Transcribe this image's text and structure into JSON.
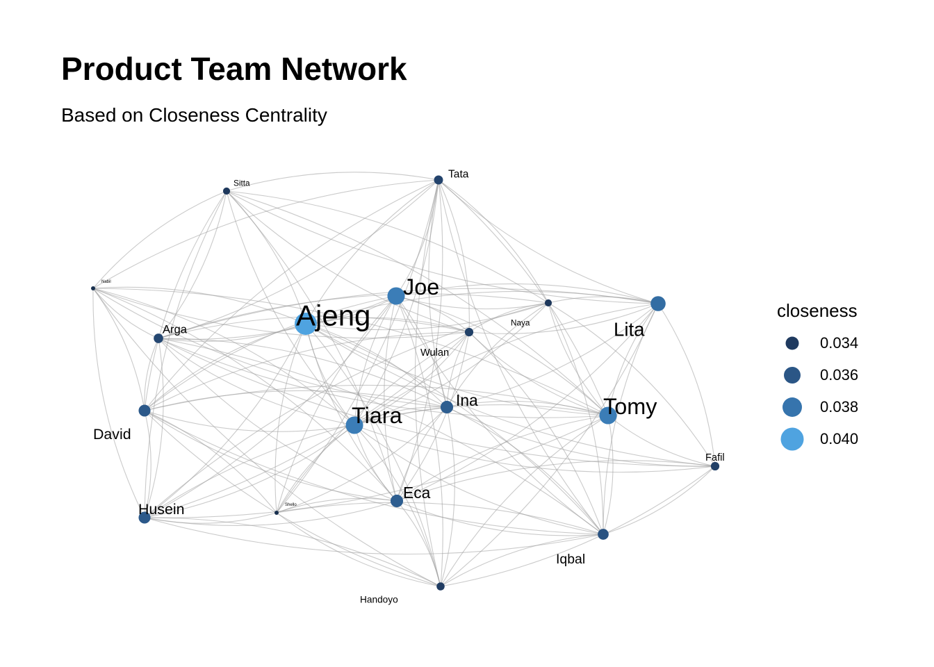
{
  "header": {
    "title": "Product Team Network",
    "subtitle": "Based on Closeness Centrality"
  },
  "legend": {
    "title": "closeness",
    "items": [
      {
        "label": "0.034",
        "color": "#1f3a5f"
      },
      {
        "label": "0.036",
        "color": "#2b5686"
      },
      {
        "label": "0.038",
        "color": "#3674ad"
      },
      {
        "label": "0.040",
        "color": "#4fa3e0"
      }
    ]
  },
  "nodes": [
    {
      "id": "Ajeng",
      "closeness": 0.0405
    },
    {
      "id": "Joe",
      "closeness": 0.0385
    },
    {
      "id": "Tiara",
      "closeness": 0.0385
    },
    {
      "id": "Tomy",
      "closeness": 0.0385
    },
    {
      "id": "Lita",
      "closeness": 0.0375
    },
    {
      "id": "Ina",
      "closeness": 0.0365
    },
    {
      "id": "Eca",
      "closeness": 0.0365
    },
    {
      "id": "David",
      "closeness": 0.0362
    },
    {
      "id": "Husein",
      "closeness": 0.0362
    },
    {
      "id": "Iqbal",
      "closeness": 0.0358
    },
    {
      "id": "Arga",
      "closeness": 0.0352
    },
    {
      "id": "Tata",
      "closeness": 0.035
    },
    {
      "id": "Wulan",
      "closeness": 0.0348
    },
    {
      "id": "Fafil",
      "closeness": 0.0348
    },
    {
      "id": "Handoyo",
      "closeness": 0.0346
    },
    {
      "id": "Sitta",
      "closeness": 0.0342
    },
    {
      "id": "Naya",
      "closeness": 0.0342
    },
    {
      "id": "Nabil",
      "closeness": 0.033
    },
    {
      "id": "Shello",
      "closeness": 0.033
    }
  ],
  "edges": [
    [
      "Sitta",
      "Tata"
    ],
    [
      "Sitta",
      "Nabil"
    ],
    [
      "Sitta",
      "Arga"
    ],
    [
      "Sitta",
      "David"
    ],
    [
      "Sitta",
      "Ajeng"
    ],
    [
      "Sitta",
      "Wulan"
    ],
    [
      "Sitta",
      "Naya"
    ],
    [
      "Sitta",
      "Tiara"
    ],
    [
      "Sitta",
      "Eca"
    ],
    [
      "Sitta",
      "Lita"
    ],
    [
      "Sitta",
      "Tomy"
    ],
    [
      "Sitta",
      "Husein"
    ],
    [
      "Tata",
      "Joe"
    ],
    [
      "Tata",
      "Ajeng"
    ],
    [
      "Tata",
      "Wulan"
    ],
    [
      "Tata",
      "Lita"
    ],
    [
      "Tata",
      "Tomy"
    ],
    [
      "Tata",
      "Iqbal"
    ],
    [
      "Tata",
      "Tiara"
    ],
    [
      "Tata",
      "Ina"
    ],
    [
      "Tata",
      "Arga"
    ],
    [
      "Tata",
      "David"
    ],
    [
      "Tata",
      "Shello"
    ],
    [
      "Tata",
      "Nabil"
    ],
    [
      "Tata",
      "Eca"
    ],
    [
      "Tata",
      "Handoyo"
    ],
    [
      "Tata",
      "Naya"
    ],
    [
      "Nabil",
      "Arga"
    ],
    [
      "Nabil",
      "David"
    ],
    [
      "Nabil",
      "Husein"
    ],
    [
      "Nabil",
      "Ajeng"
    ],
    [
      "Nabil",
      "Wulan"
    ],
    [
      "Nabil",
      "Tiara"
    ],
    [
      "Nabil",
      "Ina"
    ],
    [
      "Nabil",
      "Tomy"
    ],
    [
      "Nabil",
      "Handoyo"
    ],
    [
      "Nabil",
      "Eca"
    ],
    [
      "Ajeng",
      "Joe"
    ],
    [
      "Ajeng",
      "Arga"
    ],
    [
      "Ajeng",
      "David"
    ],
    [
      "Ajeng",
      "Husein"
    ],
    [
      "Ajeng",
      "Tiara"
    ],
    [
      "Ajeng",
      "Ina"
    ],
    [
      "Ajeng",
      "Eca"
    ],
    [
      "Ajeng",
      "Wulan"
    ],
    [
      "Ajeng",
      "Naya"
    ],
    [
      "Ajeng",
      "Lita"
    ],
    [
      "Ajeng",
      "Tomy"
    ],
    [
      "Ajeng",
      "Iqbal"
    ],
    [
      "Ajeng",
      "Shello"
    ],
    [
      "Ajeng",
      "Handoyo"
    ],
    [
      "Ajeng",
      "Fafil"
    ],
    [
      "Joe",
      "Wulan"
    ],
    [
      "Joe",
      "Naya"
    ],
    [
      "Joe",
      "Lita"
    ],
    [
      "Joe",
      "Tiara"
    ],
    [
      "Joe",
      "Ina"
    ],
    [
      "Joe",
      "Eca"
    ],
    [
      "Joe",
      "Tomy"
    ],
    [
      "Joe",
      "Iqbal"
    ],
    [
      "Joe",
      "Arga"
    ],
    [
      "Joe",
      "David"
    ],
    [
      "Joe",
      "Husein"
    ],
    [
      "Joe",
      "Shello"
    ],
    [
      "Joe",
      "Handoyo"
    ],
    [
      "Naya",
      "Wulan"
    ],
    [
      "Naya",
      "Lita"
    ],
    [
      "Naya",
      "Tomy"
    ],
    [
      "Naya",
      "Iqbal"
    ],
    [
      "Naya",
      "Ina"
    ],
    [
      "Naya",
      "Tiara"
    ],
    [
      "Naya",
      "Arga"
    ],
    [
      "Naya",
      "Fafil"
    ],
    [
      "Naya",
      "Husein"
    ],
    [
      "Lita",
      "Wulan"
    ],
    [
      "Lita",
      "Tomy"
    ],
    [
      "Lita",
      "Fafil"
    ],
    [
      "Lita",
      "Iqbal"
    ],
    [
      "Lita",
      "Ina"
    ],
    [
      "Lita",
      "Tiara"
    ],
    [
      "Lita",
      "Eca"
    ],
    [
      "Lita",
      "Arga"
    ],
    [
      "Lita",
      "Handoyo"
    ],
    [
      "Arga",
      "David"
    ],
    [
      "Arga",
      "Husein"
    ],
    [
      "Arga",
      "Tiara"
    ],
    [
      "Arga",
      "Ina"
    ],
    [
      "Arga",
      "Eca"
    ],
    [
      "Arga",
      "Wulan"
    ],
    [
      "Arga",
      "Tomy"
    ],
    [
      "Arga",
      "Iqbal"
    ],
    [
      "Arga",
      "Fafil"
    ],
    [
      "Wulan",
      "Tiara"
    ],
    [
      "Wulan",
      "Ina"
    ],
    [
      "Wulan",
      "Eca"
    ],
    [
      "Wulan",
      "Tomy"
    ],
    [
      "Wulan",
      "Iqbal"
    ],
    [
      "Wulan",
      "David"
    ],
    [
      "Wulan",
      "Husein"
    ],
    [
      "Wulan",
      "Shello"
    ],
    [
      "David",
      "Husein"
    ],
    [
      "David",
      "Tiara"
    ],
    [
      "David",
      "Ina"
    ],
    [
      "David",
      "Eca"
    ],
    [
      "David",
      "Tomy"
    ],
    [
      "David",
      "Iqbal"
    ],
    [
      "David",
      "Shello"
    ],
    [
      "David",
      "Handoyo"
    ],
    [
      "Tiara",
      "Ina"
    ],
    [
      "Tiara",
      "Eca"
    ],
    [
      "Tiara",
      "Tomy"
    ],
    [
      "Tiara",
      "Iqbal"
    ],
    [
      "Tiara",
      "Husein"
    ],
    [
      "Tiara",
      "Shello"
    ],
    [
      "Tiara",
      "Handoyo"
    ],
    [
      "Tiara",
      "Fafil"
    ],
    [
      "Ina",
      "Tomy"
    ],
    [
      "Ina",
      "Eca"
    ],
    [
      "Ina",
      "Iqbal"
    ],
    [
      "Ina",
      "Fafil"
    ],
    [
      "Ina",
      "Handoyo"
    ],
    [
      "Ina",
      "Husein"
    ],
    [
      "Ina",
      "Shello"
    ],
    [
      "Tomy",
      "Fafil"
    ],
    [
      "Tomy",
      "Iqbal"
    ],
    [
      "Tomy",
      "Eca"
    ],
    [
      "Tomy",
      "Husein"
    ],
    [
      "Tomy",
      "Handoyo"
    ],
    [
      "Eca",
      "Husein"
    ],
    [
      "Eca",
      "Shello"
    ],
    [
      "Eca",
      "Handoyo"
    ],
    [
      "Eca",
      "Iqbal"
    ],
    [
      "Eca",
      "Fafil"
    ],
    [
      "Husein",
      "Shello"
    ],
    [
      "Husein",
      "Handoyo"
    ],
    [
      "Husein",
      "Iqbal"
    ],
    [
      "Handoyo",
      "Iqbal"
    ],
    [
      "Handoyo",
      "Fafil"
    ],
    [
      "Handoyo",
      "Shello"
    ],
    [
      "Iqbal",
      "Fafil"
    ],
    [
      "Shello",
      "Iqbal"
    ]
  ]
}
